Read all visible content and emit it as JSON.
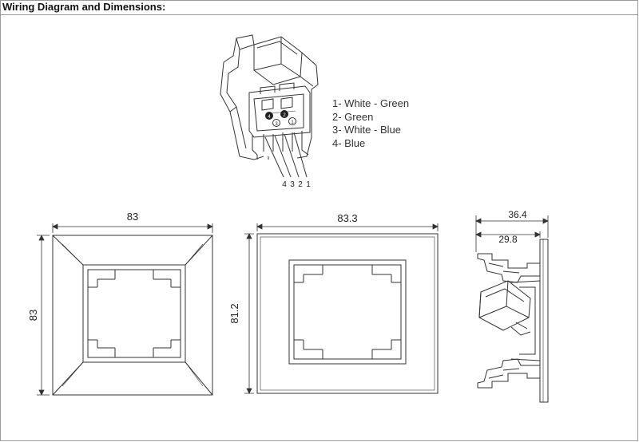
{
  "header": {
    "title": "Wiring Diagram and Dimensions:"
  },
  "wiring": {
    "legend": [
      "1- White - Green",
      "2- Green",
      "3- White - Blue",
      "4- Blue"
    ],
    "pin_numbers": [
      "4",
      "3",
      "2",
      "1"
    ],
    "pin_markers": [
      "4",
      "2",
      "3",
      "1"
    ]
  },
  "front_view": {
    "width_label": "83",
    "height_label": "83"
  },
  "frame_view": {
    "width_label": "83.3",
    "height_label": "81.2"
  },
  "side_view": {
    "depth_total_label": "36.4",
    "depth_body_label": "29.8"
  }
}
